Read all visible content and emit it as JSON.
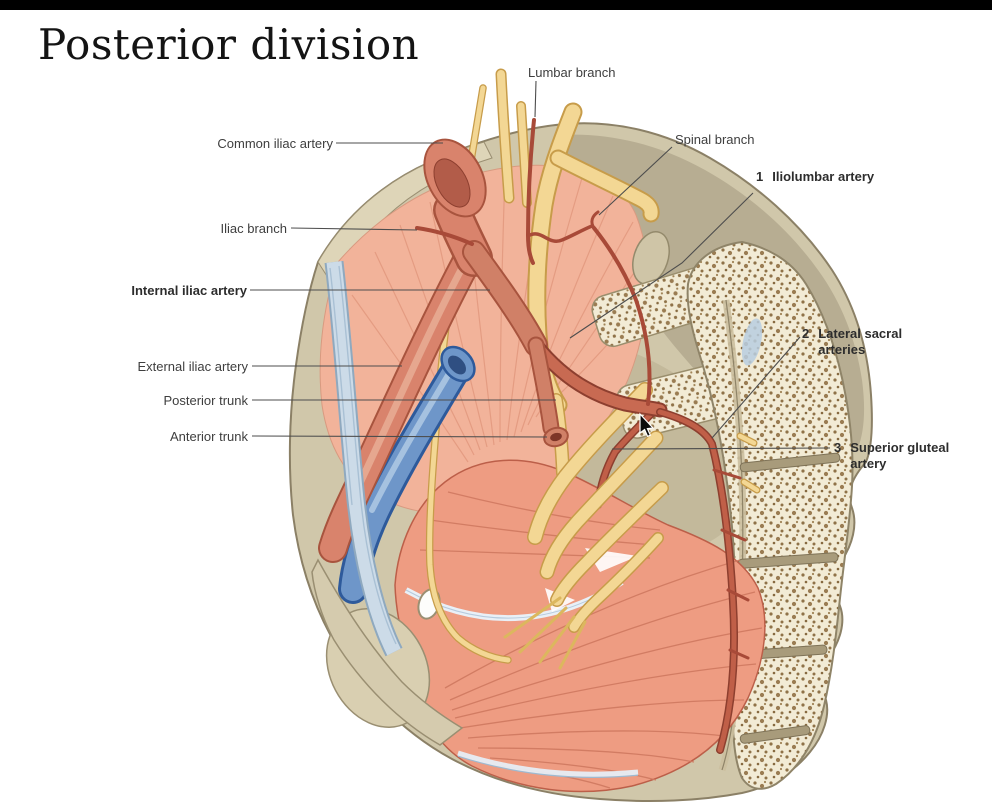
{
  "slide": {
    "title": "Posterior division"
  },
  "labels": {
    "lumbar_branch": "Lumbar branch",
    "common_iliac": "Common iliac artery",
    "spinal_branch": "Spinal branch",
    "iliolumbar_num": "1",
    "iliolumbar": "Iliolumbar artery",
    "iliac_branch": "Iliac branch",
    "internal_iliac": "Internal iliac artery",
    "external_iliac": "External iliac artery",
    "lateral_sacral_num": "2",
    "lateral_sacral_line1": "Lateral sacral",
    "lateral_sacral_line2": "arteries",
    "posterior_trunk": "Posterior trunk",
    "anterior_trunk": "Anterior trunk",
    "superior_gluteal_num": "3",
    "superior_gluteal_line1": "Superior gluteal",
    "superior_gluteal_line2": "artery"
  },
  "palette": {
    "bone": "#d0c7aa",
    "bone_dark": "#b7ad92",
    "bone_outline": "#8b8066",
    "spongy_bone": "#f2ebd5",
    "spongy_speckle": "#8f7248",
    "muscle_light": "#f2b39a",
    "muscle_deep": "#ee9c82",
    "artery": "#d9836c",
    "artery_outline": "#a8543e",
    "artery_small": "#a84a38",
    "vein": "#6e96c9",
    "vein_dark": "#2e5a9b",
    "nerve": "#f3d794",
    "nerve_outline": "#c79c4a",
    "ligament": "#ccdbe8",
    "leader_line": "#4d4d4d"
  }
}
